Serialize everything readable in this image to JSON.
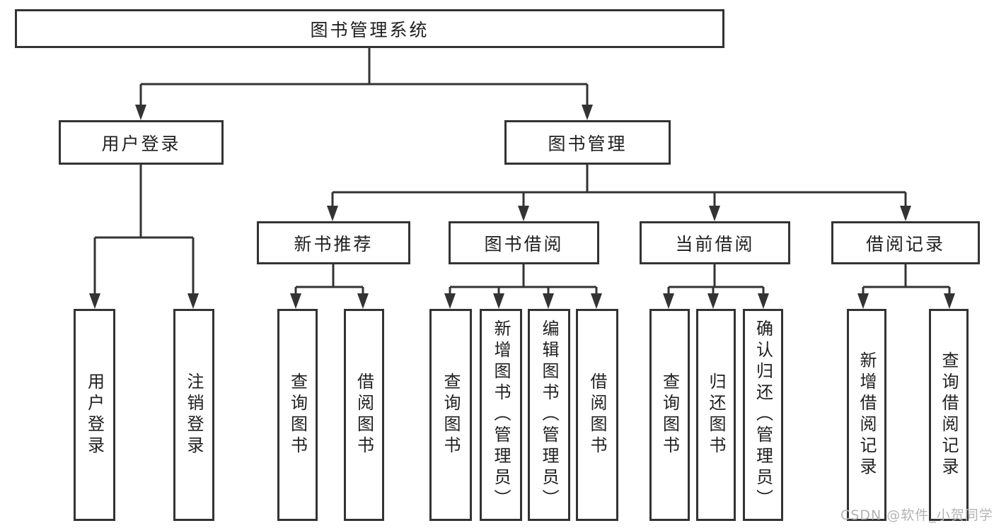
{
  "diagram": {
    "title": "图书管理系统",
    "level2": {
      "user_login": "用户登录",
      "book_management": "图书管理"
    },
    "user_login_children": {
      "login": "用户登录",
      "logout": "注销登录"
    },
    "book_management_children": {
      "new_book_recommend": "新书推荐",
      "book_borrow": "图书借阅",
      "current_borrow": "当前借阅",
      "borrow_record": "借阅记录"
    },
    "new_book_recommend_children": {
      "query_books": "查询图书",
      "borrow_books": "借阅图书"
    },
    "book_borrow_children": {
      "query_books": "查询图书",
      "add_books_admin": "新增图书（管理员）",
      "edit_books_admin": "编辑图书（管理员）",
      "borrow_books": "借阅图书"
    },
    "current_borrow_children": {
      "query_books": "查询图书",
      "return_books": "归还图书",
      "confirm_return_admin": "确认归还（管理员）"
    },
    "borrow_record_children": {
      "add_borrow_record": "新增借阅记录",
      "query_borrow_record": "查询借阅记录"
    }
  },
  "watermark": {
    "text": "CSDN @软件_小贺同学",
    "color": "#b3b3b3"
  },
  "colors": {
    "line": "#333333",
    "box_border": "#333333",
    "text": "#1f1f1f",
    "background": "#ffffff"
  }
}
